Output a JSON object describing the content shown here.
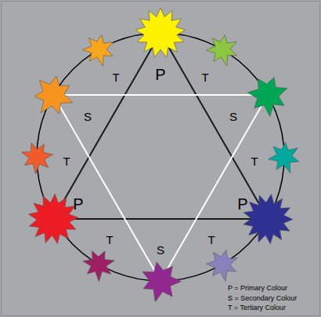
{
  "diagram": {
    "labels": [
      "P",
      "T",
      "T",
      "S",
      "S",
      "T",
      "T",
      "P",
      "P",
      "T",
      "S",
      "T"
    ],
    "legend": [
      {
        "text": "P = Primary Colour"
      },
      {
        "text": "S = Secondary Colour"
      },
      {
        "text": "T = Tertiary Colour"
      }
    ]
  }
}
